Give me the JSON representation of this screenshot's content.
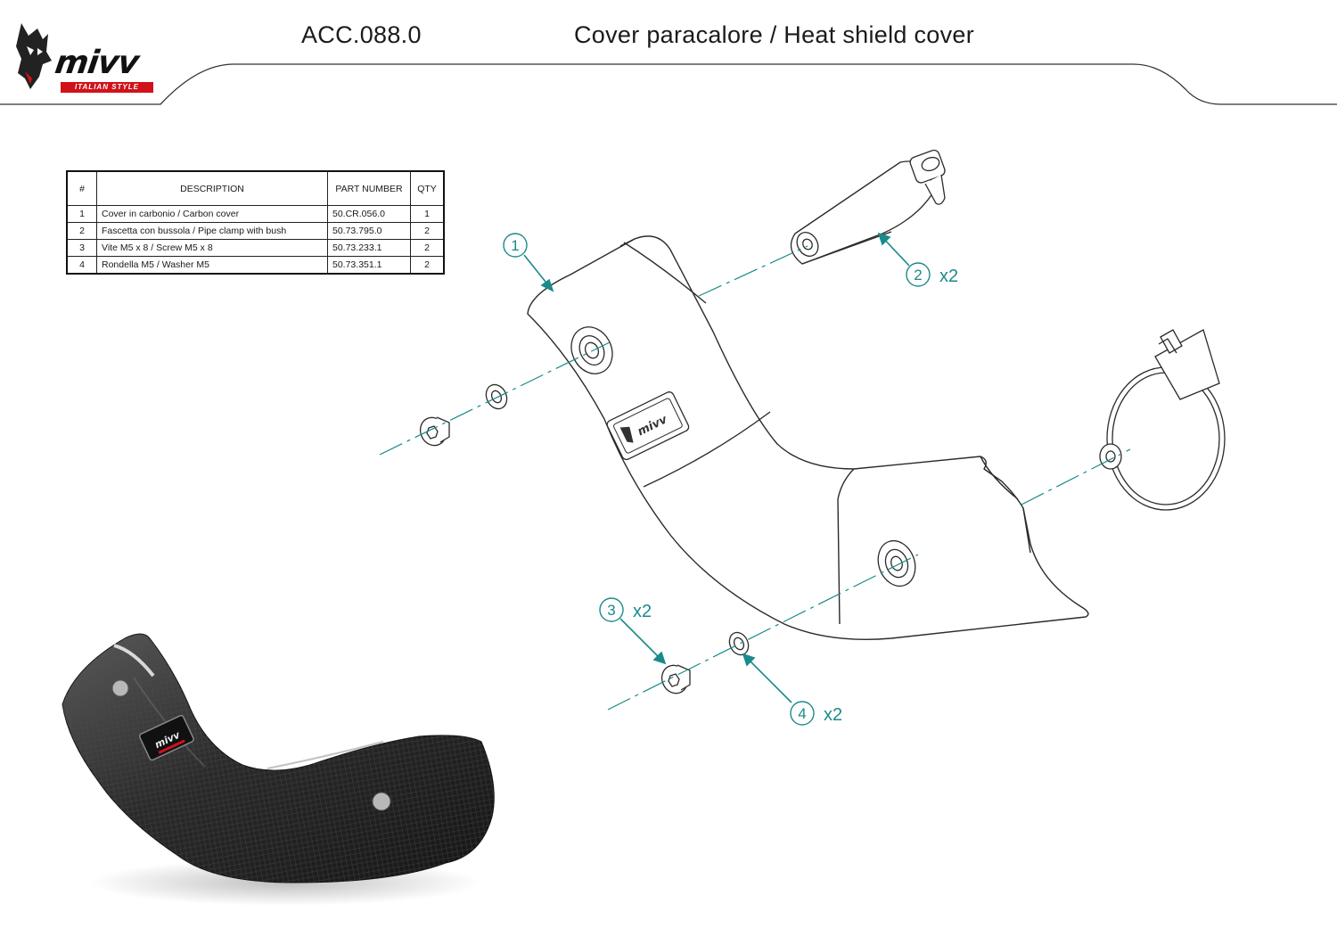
{
  "header": {
    "code": "ACC.088.0",
    "title": "Cover paracalore / Heat shield cover"
  },
  "logo": {
    "word": "mivv",
    "tagline": "ITALIAN STYLE",
    "brand_color": "#d0121b"
  },
  "parts_table": {
    "headers": {
      "num": "#",
      "description": "DESCRIPTION",
      "part_number": "PART NUMBER",
      "qty": "QTY"
    },
    "rows": [
      {
        "num": "1",
        "description": "Cover in carbonio / Carbon cover",
        "part_number": "50.CR.056.0",
        "qty": "1"
      },
      {
        "num": "2",
        "description": "Fascetta con bussola / Pipe clamp with bush",
        "part_number": "50.73.795.0",
        "qty": "2"
      },
      {
        "num": "3",
        "description": "Vite M5 x 8 / Screw M5 x 8",
        "part_number": "50.73.233.1",
        "qty": "2"
      },
      {
        "num": "4",
        "description": "Rondella M5 / Washer M5",
        "part_number": "50.73.351.1",
        "qty": "2"
      }
    ]
  },
  "callouts": [
    {
      "num": "1",
      "qty": ""
    },
    {
      "num": "2",
      "qty": "x2"
    },
    {
      "num": "3",
      "qty": "x2"
    },
    {
      "num": "4",
      "qty": "x2"
    }
  ],
  "colors": {
    "callout": "#1a8a8a",
    "line": "#2b2b2b",
    "carbon": "#2e2e2e"
  }
}
